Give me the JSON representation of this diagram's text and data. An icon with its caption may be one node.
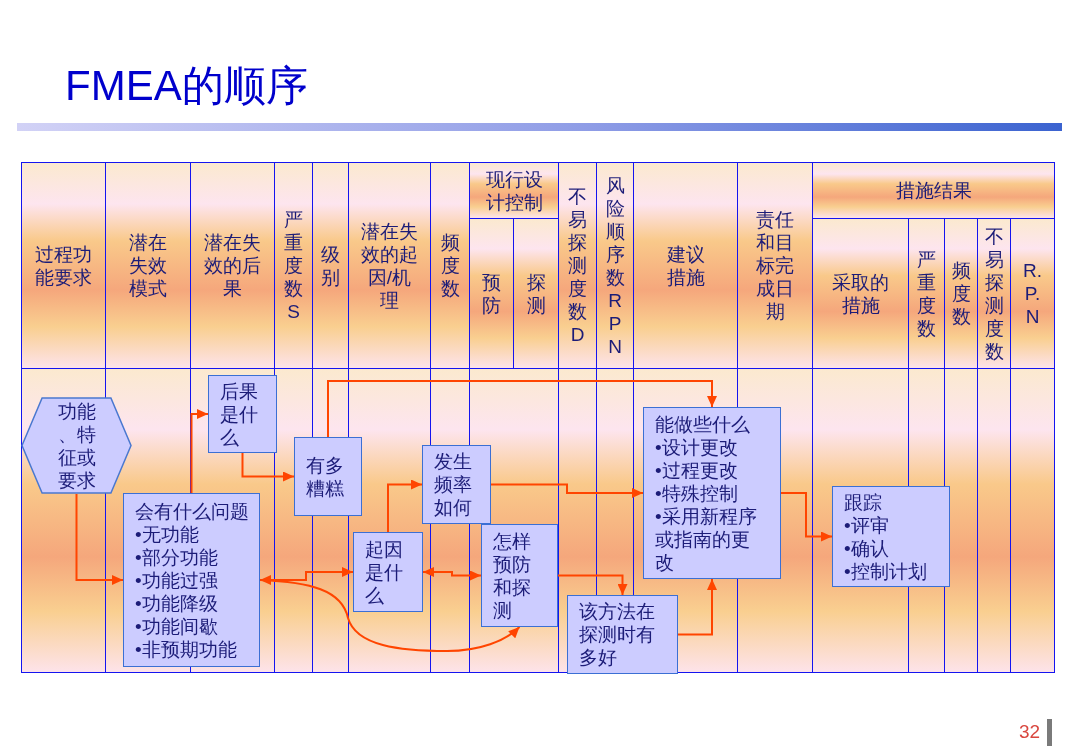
{
  "diagram": {
    "title": "FMEA的顺序",
    "nodes": [
      {
        "text": [
          "功能、特征或要求"
        ]
      },
      {
        "text": [
          "会有什么问题",
          "•无功能",
          "•部分功能",
          "•功能过强",
          "•功能降级",
          "•功能间歇",
          "•非预期功能"
        ]
      },
      {
        "text": [
          "后果是什么"
        ]
      },
      {
        "text": [
          "有多糟糕"
        ]
      },
      {
        "text": [
          "起因是什么"
        ]
      },
      {
        "text": [
          "发生频率如何"
        ]
      },
      {
        "text": [
          "怎样预防和探测"
        ]
      },
      {
        "text": [
          "该方法在探测时有多好"
        ]
      },
      {
        "text": [
          "能做些什么",
          "•设计更改",
          "•过程更改",
          "•特殊控制",
          "•采用新程序或指南的更改"
        ]
      },
      {
        "text": [
          "跟踪",
          "•评审",
          "•确认",
          "•控制计划"
        ]
      }
    ],
    "edges": [
      {
        "from": 0,
        "to": 1,
        "arrow": "to"
      },
      {
        "from": 1,
        "to": 2,
        "arrow": "to"
      },
      {
        "from": 2,
        "to": 3,
        "arrow": "to"
      },
      {
        "from": 3,
        "to": 8,
        "arrow": "to"
      },
      {
        "from": 1,
        "to": 4,
        "arrow": "both"
      },
      {
        "from": 1,
        "to": 6,
        "arrow": "to"
      },
      {
        "from": 4,
        "to": 5,
        "arrow": "to"
      },
      {
        "from": 4,
        "to": 6,
        "arrow": "both"
      },
      {
        "from": 5,
        "to": 8,
        "arrow": "to"
      },
      {
        "from": 6,
        "to": 7,
        "arrow": "to"
      },
      {
        "from": 7,
        "to": 8,
        "arrow": "to"
      },
      {
        "from": 8,
        "to": 9,
        "arrow": "to"
      }
    ],
    "labels": [
      "过程功能要求",
      "潜在失效模式",
      "潜在失效的后果",
      "严重度数S",
      "级别",
      "潜在失效的起因/机理",
      "频度数",
      "现行设计控制",
      "不易探测度数D",
      "风险顺序数RPN",
      "建议措施",
      "责任和目标完成日期",
      "措施结果",
      "预防",
      "探测",
      "采取的措施",
      "严重度数",
      "频度数",
      "不易探测度数",
      "R.P.N",
      "32"
    ]
  }
}
